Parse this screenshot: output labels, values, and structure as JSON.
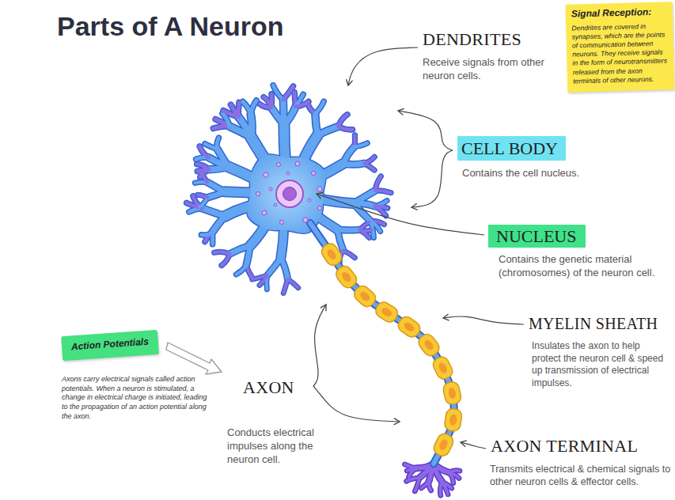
{
  "diagram": {
    "title": "Parts of A Neuron",
    "nodes": [
      {
        "text": [
          "Signal Reception:",
          "Dendrites are covered in synapses, which are the points of communication between neurons. They receive signals in the form of neurotransmitters released from the axon terminals of other neurons."
        ]
      },
      {
        "text": [
          "CELL BODY"
        ]
      },
      {
        "text": [
          "NUCLEUS"
        ]
      },
      {
        "text": [
          "Action Potentials"
        ]
      }
    ],
    "labels": [
      "DENDRITES",
      "Receive signals from other neuron cells.",
      "Contains the cell nucleus.",
      "Contains the genetic material (chromosomes) of the neuron cell.",
      "MYELIN SHEATH",
      "Insulates the axon to help protect the neuron cell & speed up transmission of electrical impulses.",
      "AXON",
      "Conducts electrical impulses along the neuron cell.",
      "AXON TERMINAL",
      "Transmits electrical & chemical signals to other neuron cells & effector cells.",
      "Axons carry electrical signals called action potentials. When a neuron is stimulated, a change in electrical charge is initiated, leading to the propagation of an action potential along the axon."
    ]
  }
}
